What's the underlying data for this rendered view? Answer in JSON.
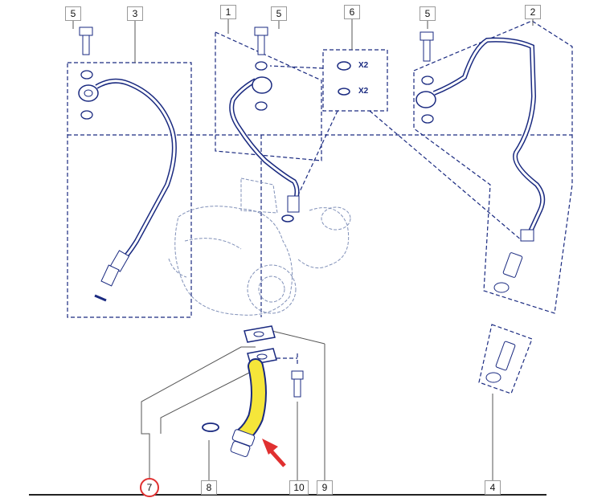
{
  "callouts": [
    {
      "id": "c5a",
      "label": "5"
    },
    {
      "id": "c3",
      "label": "3"
    },
    {
      "id": "c1",
      "label": "1"
    },
    {
      "id": "c5b",
      "label": "5"
    },
    {
      "id": "c6",
      "label": "6"
    },
    {
      "id": "c5c",
      "label": "5"
    },
    {
      "id": "c2",
      "label": "2"
    },
    {
      "id": "c7",
      "label": "7"
    },
    {
      "id": "c8",
      "label": "8"
    },
    {
      "id": "c10",
      "label": "10"
    },
    {
      "id": "c9",
      "label": "9"
    },
    {
      "id": "c4",
      "label": "4"
    }
  ],
  "kit_box": {
    "washer_qty": "X2",
    "oring_qty": "X2"
  },
  "colors": {
    "line": "#1a2a80",
    "highlight": "#f5e63a",
    "arrow": "#e03030",
    "turbo": "#8090b8"
  }
}
